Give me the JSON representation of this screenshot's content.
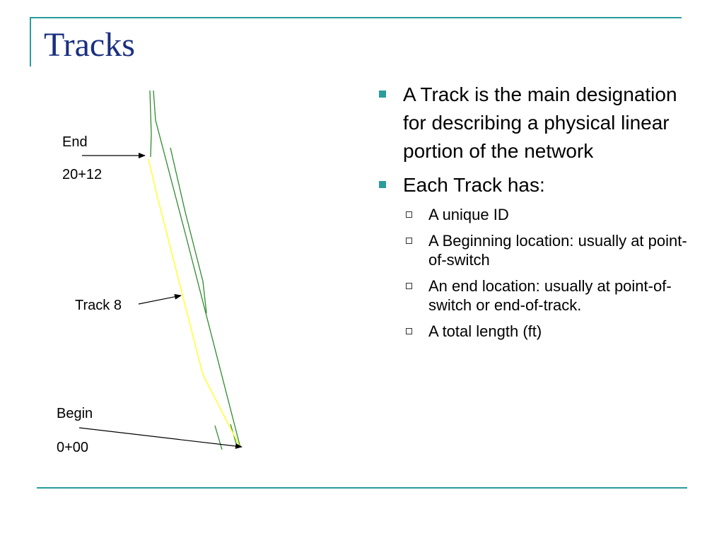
{
  "slide": {
    "title": "Tracks"
  },
  "diagram": {
    "end_label": "End",
    "end_value": "20+12",
    "track_label": "Track 8",
    "begin_label": "Begin",
    "begin_value": "0+00",
    "colors": {
      "track_line": "#ffff33",
      "other_tracks": "#2e8b2e",
      "arrow": "#000000"
    }
  },
  "bullets": [
    {
      "text": "A Track is the main designation for describing a physical linear portion of the network"
    },
    {
      "text": "Each Track has:",
      "children": [
        "A unique ID",
        "A Beginning location: usually at point-of-switch",
        "An end location: usually at point-of-switch or end-of-track.",
        "A total length (ft)"
      ]
    }
  ],
  "colors": {
    "accent": "#2a9c9c",
    "title": "#1a2f80"
  }
}
